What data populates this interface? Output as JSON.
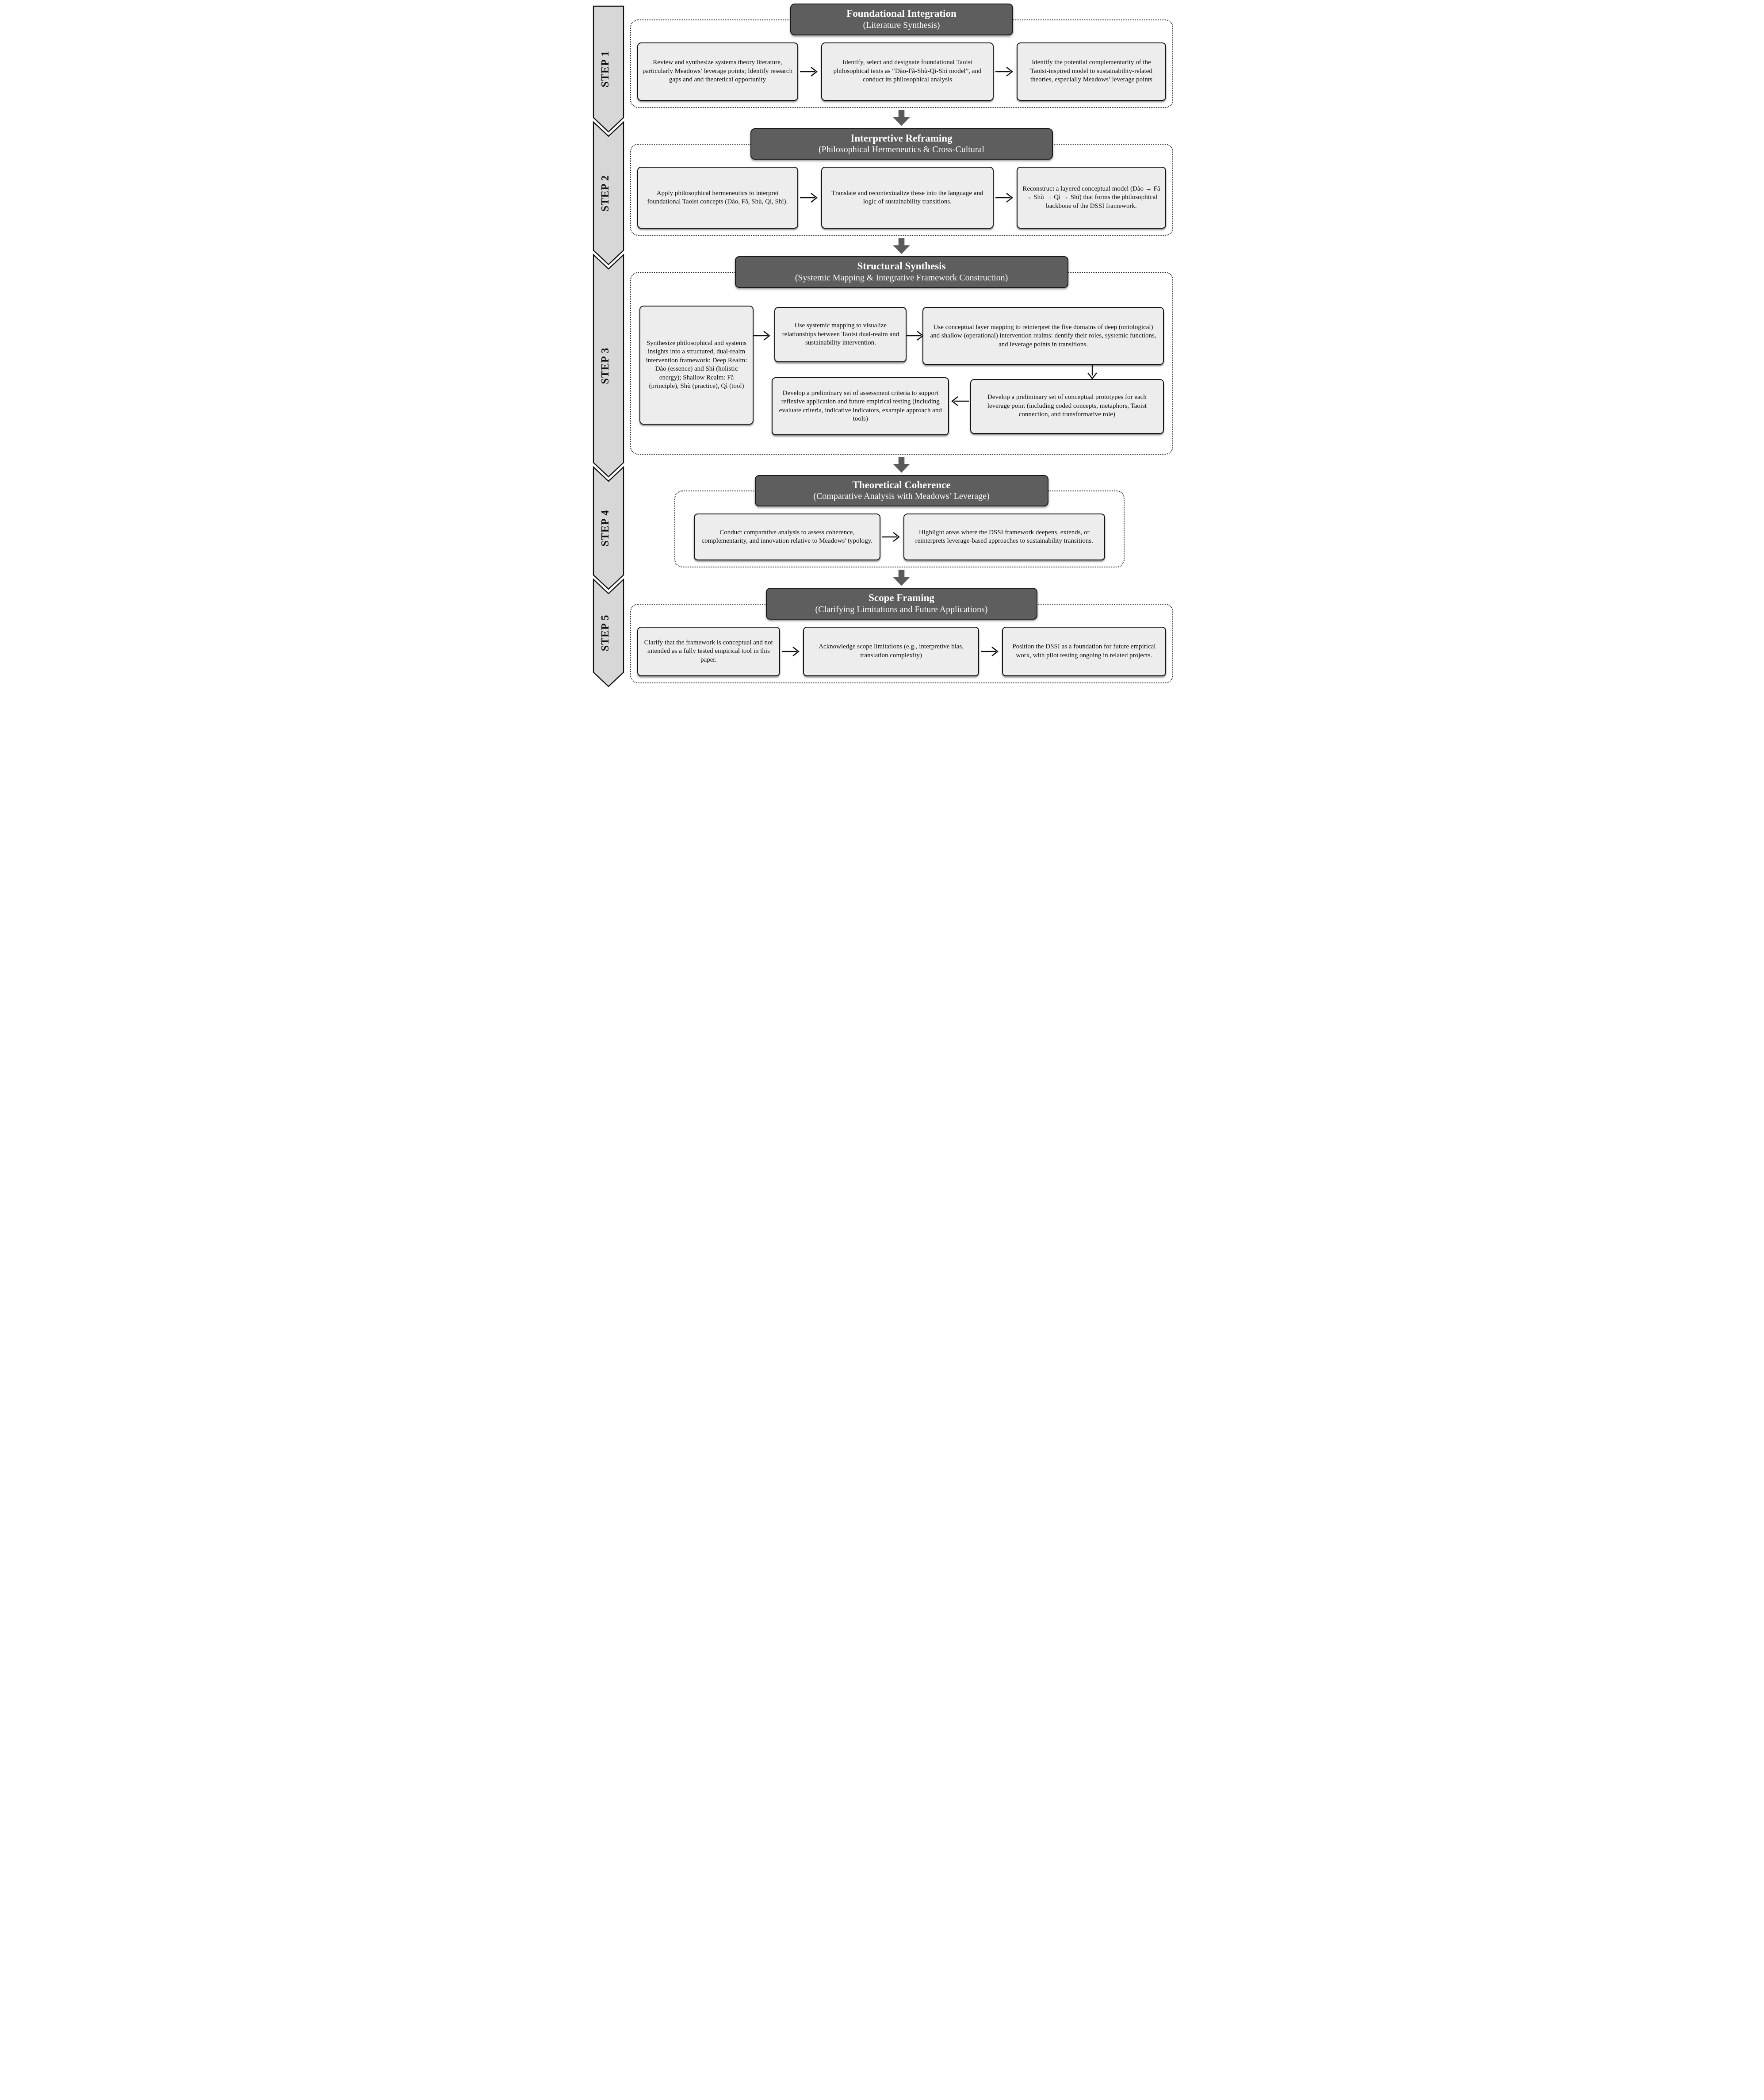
{
  "figure": {
    "type": "methodology-flowchart",
    "colors": {
      "header_bg": "#5e5e5e",
      "box_bg": "#ededed",
      "ribbon_bg": "#d7d7d7",
      "flow_arrow": "#5a5a5a",
      "text": "#111111"
    }
  },
  "steps": [
    {
      "label": "STEP 1",
      "header": {
        "title": "Foundational Integration",
        "subtitle": "(Literature Synthesis)"
      },
      "boxes": [
        "Review and synthesize systems theory literature, particularly Meadows’ leverage points; Identify research gaps and and theoretical opportunity",
        "Identify, select and designate foundational Taoist philosophical texts as “Dào-Fǎ-Shù-Qì-Shì model”, and conduct its philosophical analysis",
        "Identify the potential complementarity of the Taoist-inspired model to sustainability-related theories, especially Meadows’ leverage points"
      ]
    },
    {
      "label": "STEP 2",
      "header": {
        "title": "Interpretive Reframing",
        "subtitle": "(Philosophical Hermeneutics & Cross-Cultural"
      },
      "boxes": [
        "Apply philosophical hermeneutics to interpret foundational Taoist concepts (Dào, Fǎ, Shù, Qì, Shì).",
        "Translate and recontextualize these into the language and logic of sustainability transitions.",
        "Reconstruct a layered conceptual model (Dào → Fǎ → Shù → Qì → Shì) that forms the philosophical backbone of the DSSI framework."
      ]
    },
    {
      "label": "STEP 3",
      "header": {
        "title": "Structural Synthesis",
        "subtitle": "(Systemic Mapping & Integrative Framework Construction)"
      },
      "boxes": {
        "synthesize": "Synthesize philosophical and systems insights into a structured, dual-realm intervention framework: Deep Realm: Dào (essence) and Shì (holistic energy); Shallow Realm: Fǎ (principle), Shù (practice), Qì (tool)",
        "systemic_mapping": "Use systemic mapping to visualize relationships between Taoist dual-realm and sustainability intervention.",
        "layer_mapping": "Use conceptual layer mapping to reinterpret the five domains of deep (ontological) and shallow (operational) intervention realms: dentify their roles, systemic functions, and leverage points in transitions.",
        "assessment_criteria": "Develop a preliminary set of assessment criteria to support reflexive application and future empirical testing (including evaluate criteria, indicative indicators, example approach and tools)",
        "prototypes": "Develop a preliminary set of conceptual prototypes for each leverage point (including coded concepts, metaphors, Taoist connection, and transformative role)"
      }
    },
    {
      "label": "STEP 4",
      "header": {
        "title": "Theoretical Coherence",
        "subtitle": "(Comparative Analysis with Meadows’ Leverage)"
      },
      "boxes": [
        "Conduct comparative analysis to assess coherence, complementarity, and innovation relative to Meadows' typology.",
        "Highlight areas where the DSSI framework deepens, extends, or reinterprets leverage-based approaches to sustainability transitions."
      ]
    },
    {
      "label": "STEP 5",
      "header": {
        "title": "Scope Framing",
        "subtitle": "(Clarifying Limitations and Future Applications)"
      },
      "boxes": [
        "Clarify that the framework is conceptual and not intended as a fully tested empirical tool in this paper.",
        "Acknowledge scope limitations (e.g., interpretive bias, translation complexity)",
        "Position the DSSI as a foundation for future empirical work, with pilot testing ongoing in related projects."
      ]
    }
  ]
}
